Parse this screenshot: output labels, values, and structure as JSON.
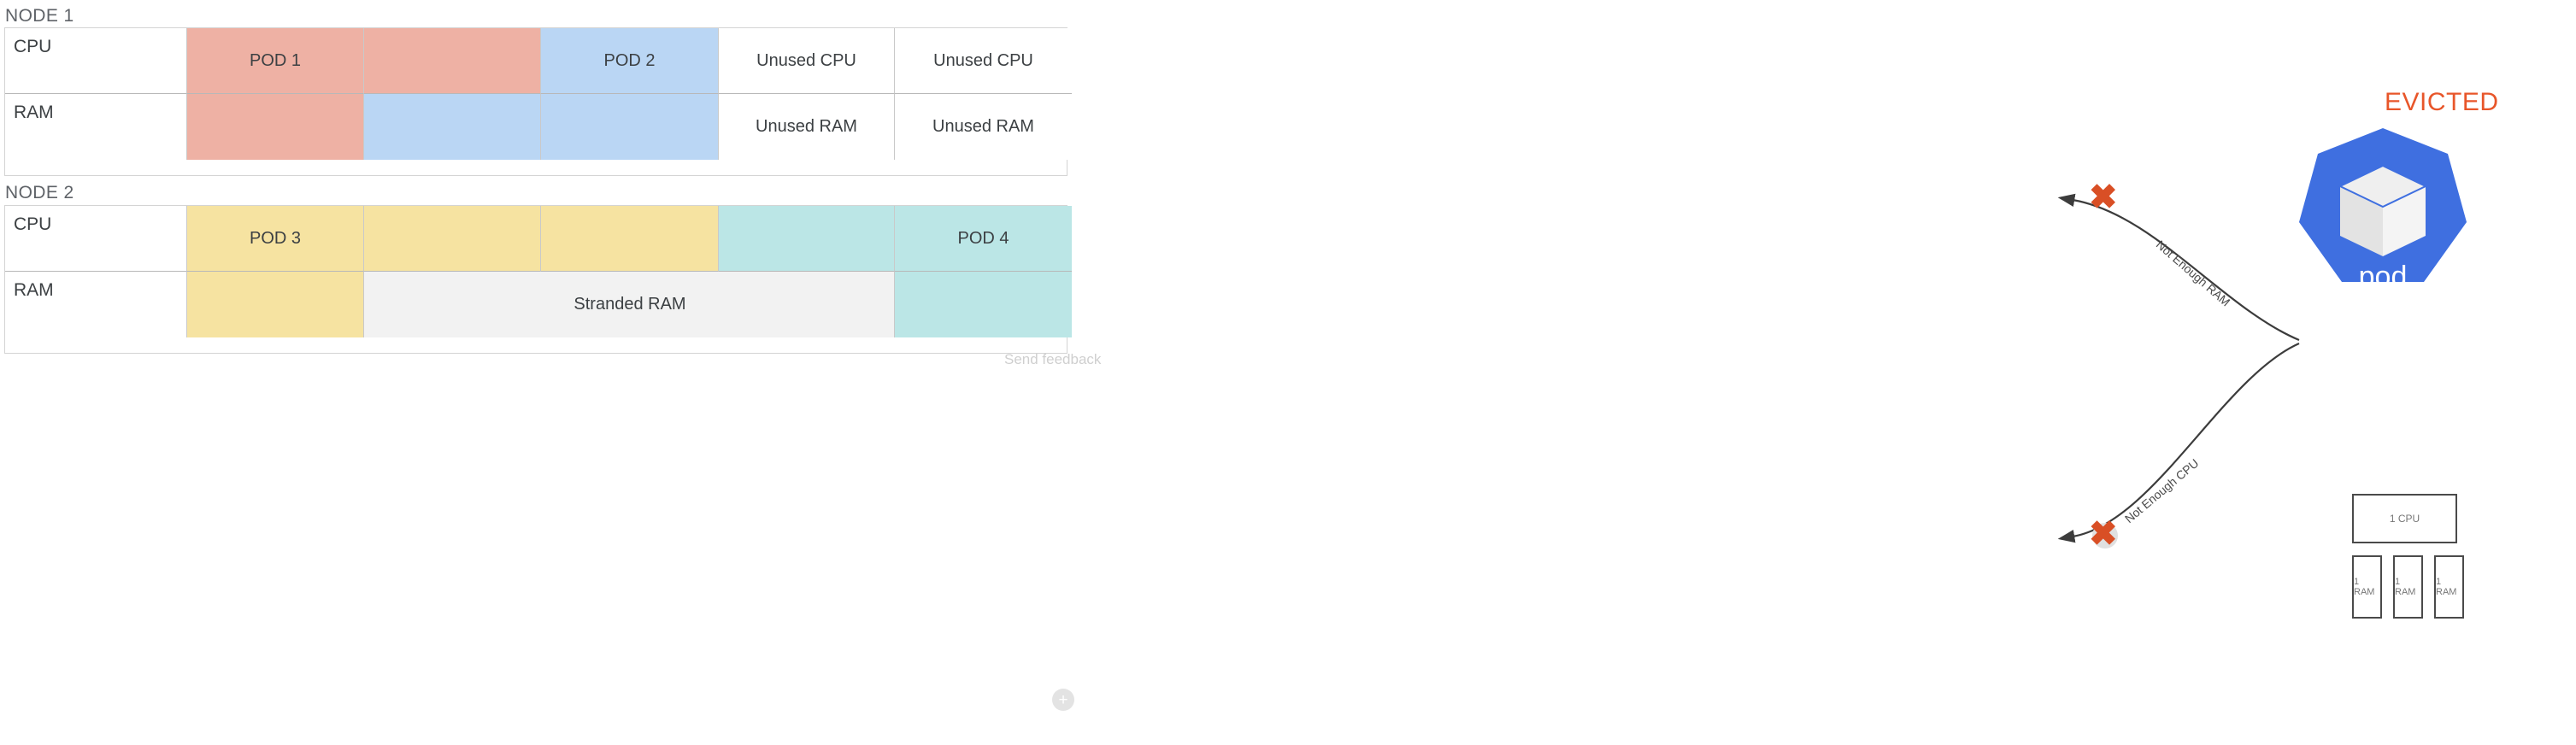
{
  "diagram": {
    "title_nodes": [
      "NODE 1",
      "NODE 2"
    ],
    "row_labels": {
      "cpu": "CPU",
      "ram": "RAM"
    },
    "nodes": [
      {
        "name": "NODE 1",
        "rows": [
          {
            "label": "CPU",
            "cells": [
              {
                "text": "CPU",
                "fill": "none",
                "kind": "row-label"
              },
              {
                "text": "POD 1",
                "fill": "pod1",
                "kind": "pod"
              },
              {
                "text": "",
                "fill": "pod1",
                "kind": "pod"
              },
              {
                "text": "POD 2",
                "fill": "pod2",
                "kind": "pod"
              },
              {
                "text": "Unused CPU",
                "fill": "none",
                "kind": "unused"
              },
              {
                "text": "Unused CPU",
                "fill": "none",
                "kind": "unused"
              }
            ]
          },
          {
            "label": "RAM",
            "cells": [
              {
                "text": "RAM",
                "fill": "none",
                "kind": "row-label"
              },
              {
                "text": "",
                "fill": "pod1",
                "kind": "pod"
              },
              {
                "text": "",
                "fill": "pod2",
                "kind": "pod"
              },
              {
                "text": "",
                "fill": "pod2",
                "kind": "pod"
              },
              {
                "text": "Unused RAM",
                "fill": "none",
                "kind": "unused"
              },
              {
                "text": "Unused RAM",
                "fill": "none",
                "kind": "unused"
              }
            ]
          }
        ]
      },
      {
        "name": "NODE 2",
        "rows": [
          {
            "label": "CPU",
            "cells": [
              {
                "text": "CPU",
                "fill": "none",
                "kind": "row-label"
              },
              {
                "text": "POD 3",
                "fill": "pod3",
                "kind": "pod"
              },
              {
                "text": "",
                "fill": "pod3",
                "kind": "pod"
              },
              {
                "text": "",
                "fill": "pod3",
                "kind": "pod"
              },
              {
                "text": "",
                "fill": "pod4",
                "kind": "pod"
              },
              {
                "text": "POD 4",
                "fill": "pod4",
                "kind": "pod"
              }
            ]
          },
          {
            "label": "RAM",
            "cells": [
              {
                "text": "RAM",
                "fill": "none",
                "kind": "row-label"
              },
              {
                "text": "",
                "fill": "pod3",
                "kind": "pod"
              },
              {
                "text": "",
                "fill": "stranded",
                "kind": "stranded"
              },
              {
                "text": "Stranded RAM",
                "fill": "stranded",
                "kind": "stranded"
              },
              {
                "text": "",
                "fill": "stranded",
                "kind": "stranded"
              },
              {
                "text": "",
                "fill": "pod4",
                "kind": "pod"
              }
            ]
          }
        ]
      }
    ],
    "annotations": {
      "evicted": "EVICTED",
      "edge_ram": "Not Enough RAM",
      "edge_cpu": "Not Enough CPU",
      "x_mark": "✖"
    },
    "pod_card": {
      "word": "pod",
      "cpu_box": "1 CPU",
      "ram_boxes": [
        "1 RAM",
        "1 RAM",
        "1 RAM"
      ]
    },
    "footer": {
      "add_label": "+",
      "send_feedback": "Send feedback"
    },
    "colors": {
      "pod1": "#eeb1a4",
      "pod2": "#bad6f4",
      "pod3": "#f6e3a1",
      "pod4": "#bbe6e6",
      "stranded": "#f2f2f2",
      "evicted_text": "#e8562a",
      "x_mark": "#d94f25",
      "k8s_blue": "#3f6fe0"
    }
  }
}
